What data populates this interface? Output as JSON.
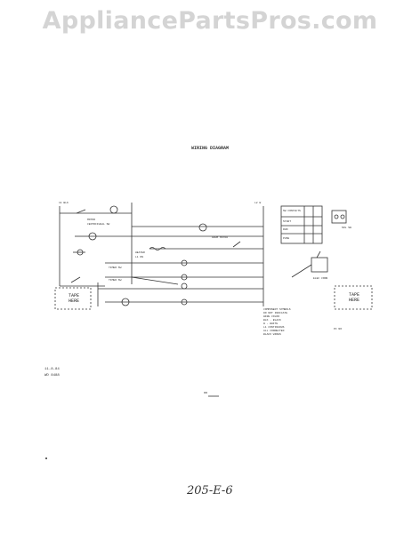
{
  "watermark": "AppliancePartsPros.com",
  "diagram": {
    "title": "WIRING DIAGRAM",
    "tape_left": [
      "TAPE",
      "HERE"
    ],
    "tape_right": [
      "TAPE",
      "HERE"
    ],
    "date_code": "11-8-84",
    "part_code": "WD 8488",
    "handwritten_ref": "205-E-6"
  }
}
